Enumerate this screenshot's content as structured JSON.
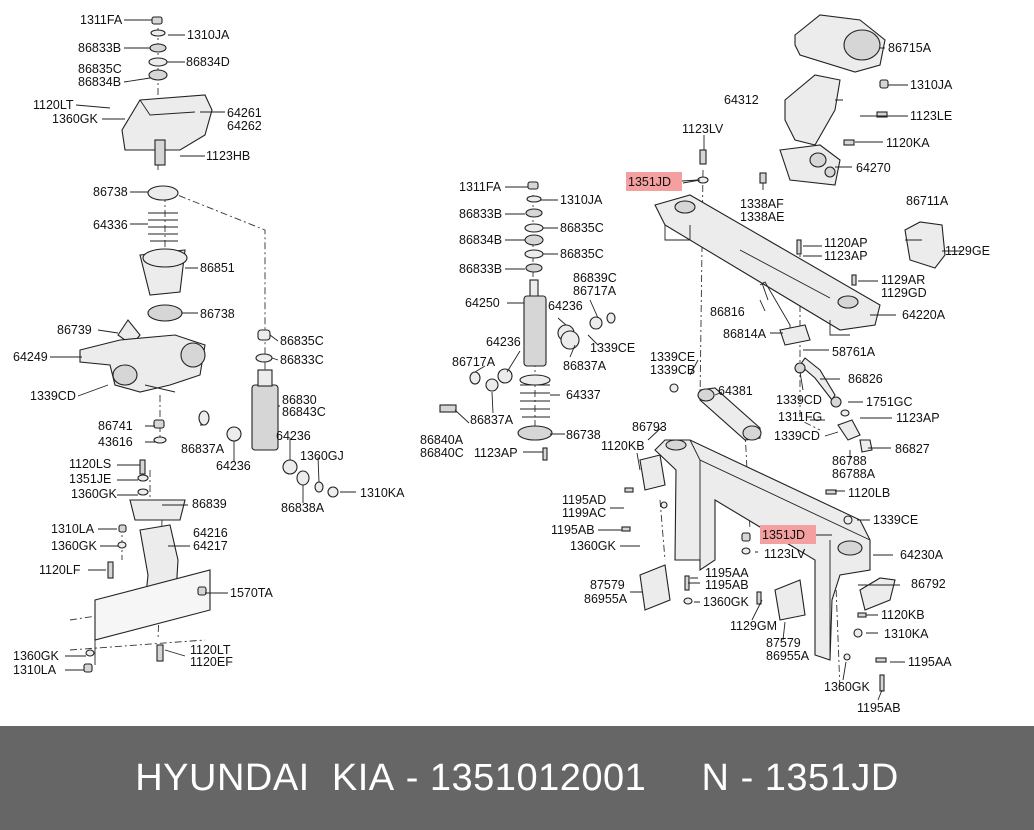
{
  "footer": {
    "brand": "HYUNDAI",
    "maker": "KIA",
    "sep1": "-",
    "part_number": "1351012001",
    "n": "N",
    "sep2": "-",
    "code": "1351JD"
  },
  "colors": {
    "footer_bg": "#666666",
    "highlight": "#f4a0a0"
  },
  "labels": [
    "1311FA",
    "1310JA",
    "86833B",
    "86834D",
    "86835C",
    "86834B",
    "1120LT",
    "1360GK",
    "64261",
    "64262",
    "1123HB",
    "86738",
    "64336",
    "86851",
    "86738",
    "86739",
    "64249",
    "1339CD",
    "86835C",
    "86833C",
    "86830",
    "86843C",
    "86741",
    "43616",
    "86837A",
    "64236",
    "64236",
    "1360GJ",
    "1310KA",
    "86838A",
    "1120LS",
    "1351JE",
    "1360GK",
    "86839",
    "1310LA",
    "1360GK",
    "64216",
    "64217",
    "1120LF",
    "1570TA",
    "1360GK",
    "1310LA",
    "1120LT",
    "1120EF",
    "1311FA",
    "1310JA",
    "86833B",
    "86835C",
    "86834B",
    "86835C",
    "86833B",
    "86839C",
    "86717A",
    "64250",
    "64236",
    "64236",
    "1339CE",
    "86717A",
    "86837A",
    "64337",
    "86840A",
    "86840C",
    "86837A",
    "86738",
    "1123AP",
    "1123LV",
    "1351JD",
    "86715A",
    "1310JA",
    "64312",
    "1123LE",
    "1120KA",
    "64270",
    "1338AF",
    "1338AE",
    "86711A",
    "1129GE",
    "1120AP",
    "1123AP",
    "1129AR",
    "1129GD",
    "86816",
    "64220A",
    "86814A",
    "58761A",
    "1339CE",
    "1339CB",
    "86826",
    "1339CD",
    "1751GC",
    "64381",
    "1311FG",
    "1123AP",
    "86793",
    "1339CD",
    "86827",
    "1120KB",
    "86788",
    "86788A",
    "1120LB",
    "1195AD",
    "1199AC",
    "1339CE",
    "1195AB",
    "1351JD",
    "1360GK",
    "1123LV",
    "64230A",
    "1195AA",
    "1195AB",
    "86792",
    "87579",
    "86955A",
    "1360GK",
    "1120KB",
    "1129GM",
    "87579",
    "86955A",
    "1310KA",
    "1195AA",
    "1360GK",
    "1195AB"
  ]
}
